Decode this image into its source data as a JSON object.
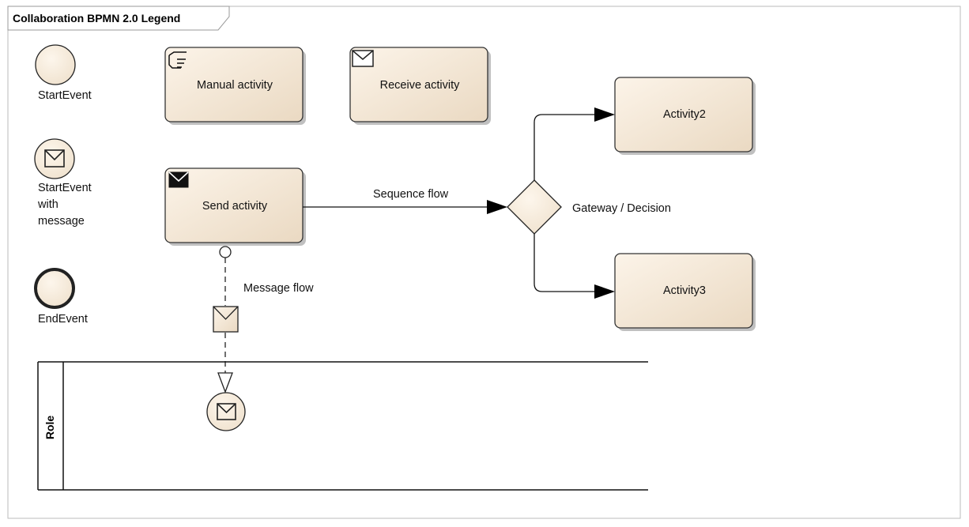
{
  "frame": {
    "title": "Collaboration BPMN 2.0 Legend"
  },
  "events": {
    "start": "StartEvent",
    "start_message": [
      "StartEvent",
      "with",
      "message"
    ],
    "end": "EndEvent"
  },
  "activities": {
    "manual": "Manual activity",
    "receive": "Receive activity",
    "send": "Send activity",
    "activity2": "Activity2",
    "activity3": "Activity3"
  },
  "flows": {
    "sequence": "Sequence flow",
    "message": "Message flow"
  },
  "gateway": {
    "label": "Gateway / Decision"
  },
  "pool": {
    "label": "Role"
  },
  "colors": {
    "fill_light": "#fbf2e6",
    "fill_dark": "#ecdcc6",
    "stroke": "#333333",
    "frame_border": "#bbbbbb"
  }
}
